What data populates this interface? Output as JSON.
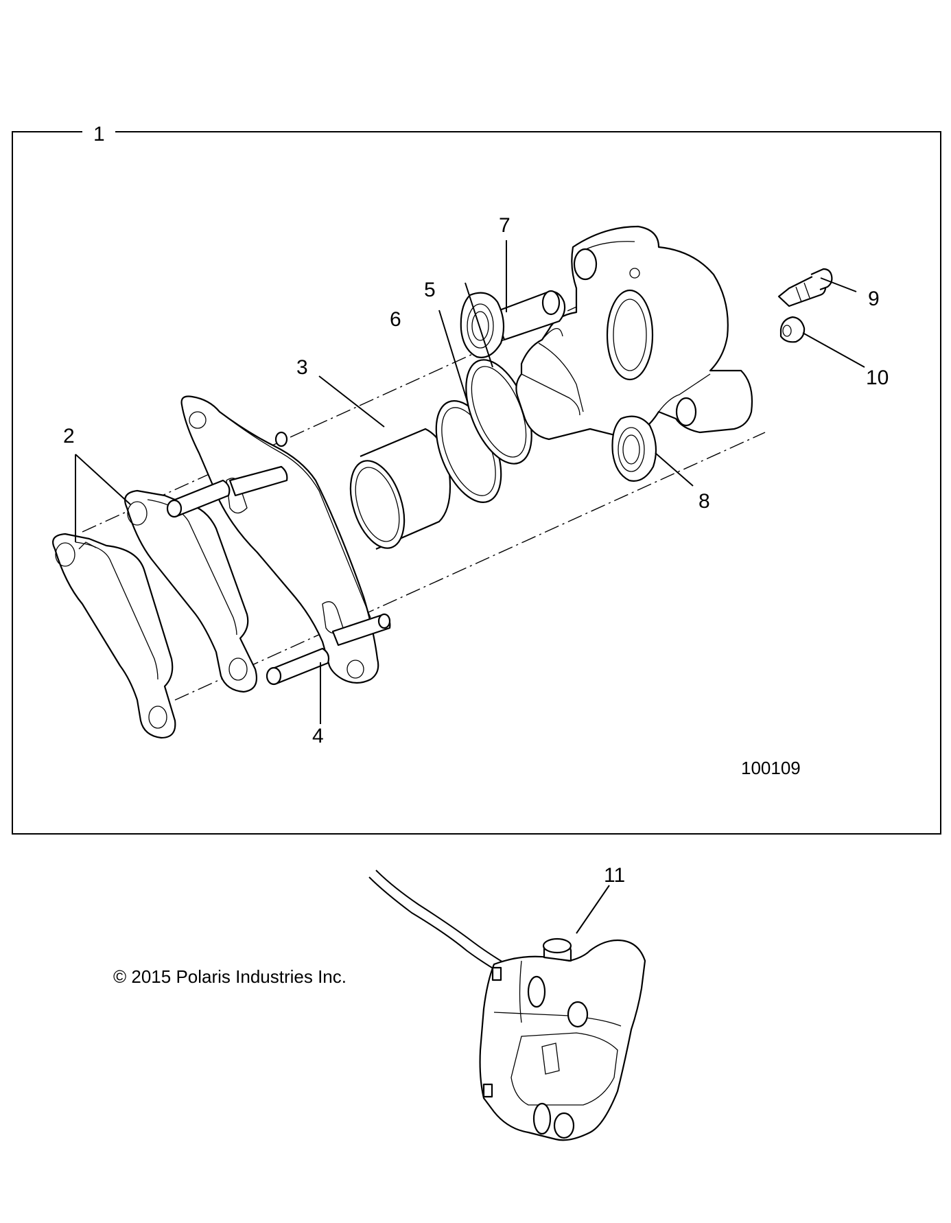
{
  "diagram": {
    "assembly_callout": "1",
    "callouts": [
      {
        "id": "pads",
        "label": "2"
      },
      {
        "id": "piston",
        "label": "3"
      },
      {
        "id": "bracket",
        "label": "4"
      },
      {
        "id": "seal-outer",
        "label": "5"
      },
      {
        "id": "seal-inner",
        "label": "6"
      },
      {
        "id": "pin-upper",
        "label": "7"
      },
      {
        "id": "boot-lower",
        "label": "8"
      },
      {
        "id": "bleeder",
        "label": "9"
      },
      {
        "id": "cap",
        "label": "10"
      },
      {
        "id": "mount-bolt",
        "label": "11"
      }
    ],
    "figure_number": "100109",
    "copyright": "© 2015 Polaris Industries Inc."
  }
}
